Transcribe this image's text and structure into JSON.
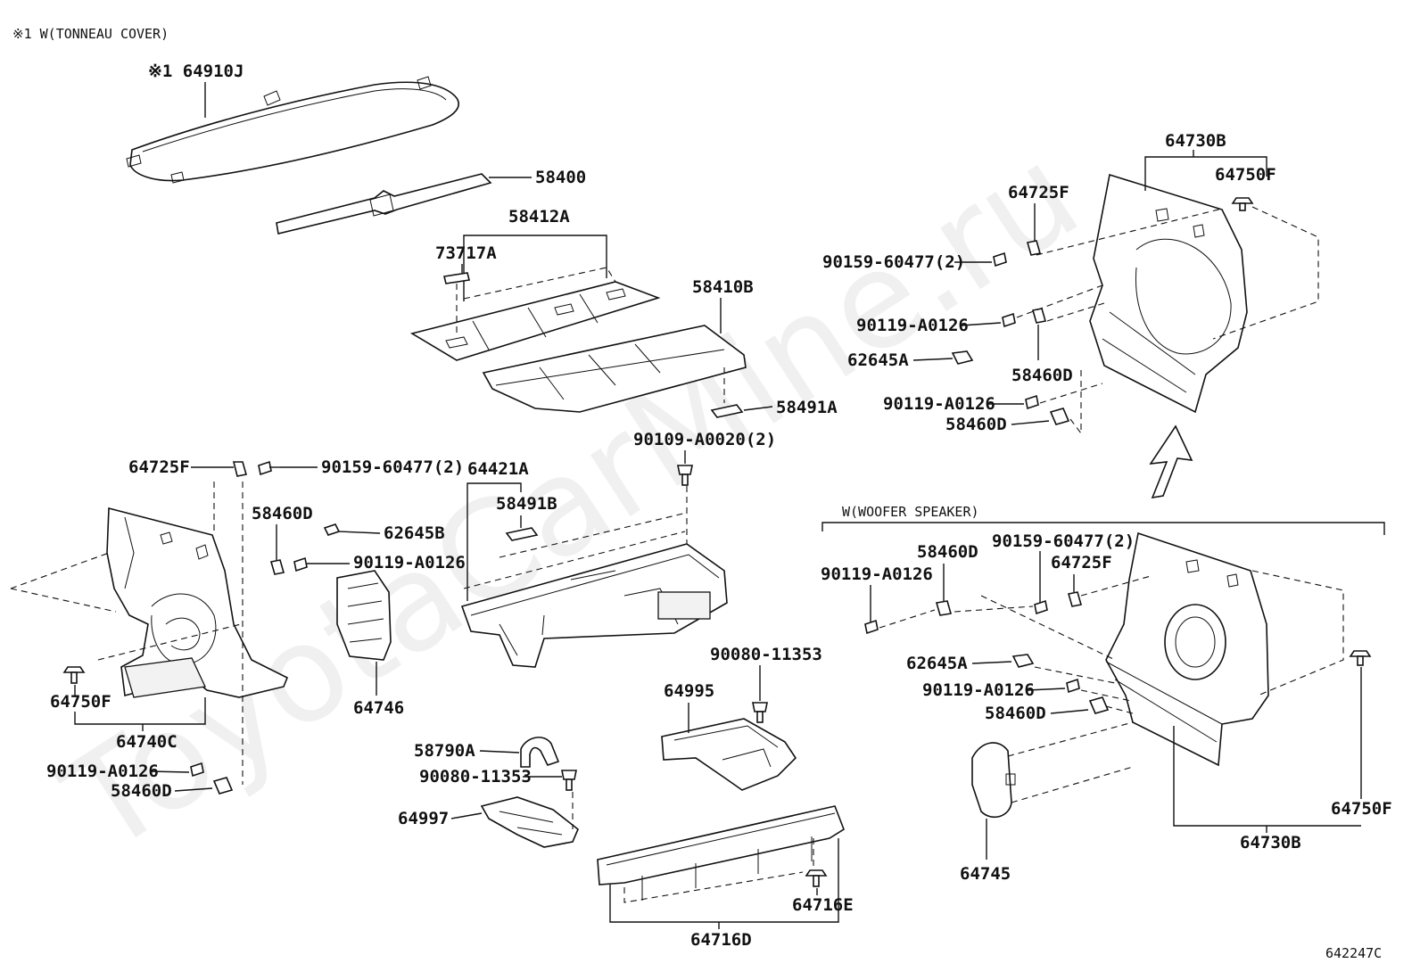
{
  "notes": {
    "tonneau": "※1  W(TONNEAU COVER)",
    "woofer": "W(WOOFER SPEAKER)",
    "diagram_id": "642247C",
    "watermark": "ToyotaCarMine.ru"
  },
  "labels": {
    "l64910J": "※1 64910J",
    "l58400": "58400",
    "l58412A": "58412A",
    "l73717A": "73717A",
    "l58410B": "58410B",
    "l58491A": "58491A",
    "l64421A": "64421A",
    "l58491B": "58491B",
    "l90109": "90109-A0020(2)",
    "l64725F_l": "64725F",
    "l90159_l": "90159-60477(2)",
    "l58460D_l1": "58460D",
    "l62645B": "62645B",
    "l90119_l1": "90119-A0126",
    "l64746": "64746",
    "l64750F_l": "64750F",
    "l64740C": "64740C",
    "l90119_l2": "90119-A0126",
    "l58460D_l2": "58460D",
    "l90080_1": "90080-11353",
    "l64995": "64995",
    "l58790A": "58790A",
    "l90080_2": "90080-11353",
    "l64997": "64997",
    "l64716E": "64716E",
    "l64716D": "64716D",
    "l64730B_t": "64730B",
    "l64750F_t": "64750F",
    "l64725F_t": "64725F",
    "l90159_t": "90159-60477(2)",
    "l90119_t1": "90119-A0126",
    "l62645A_t": "62645A",
    "l58460D_t1": "58460D",
    "l90119_t2": "90119-A0126",
    "l58460D_t2": "58460D",
    "l90159_b": "90159-60477(2)",
    "l58460D_b1": "58460D",
    "l64725F_b": "64725F",
    "l90119_b1": "90119-A0126",
    "l62645A_b": "62645A",
    "l90119_b2": "90119-A0126",
    "l58460D_b2": "58460D",
    "l64750F_b": "64750F",
    "l64730B_b": "64730B",
    "l64745": "64745"
  }
}
